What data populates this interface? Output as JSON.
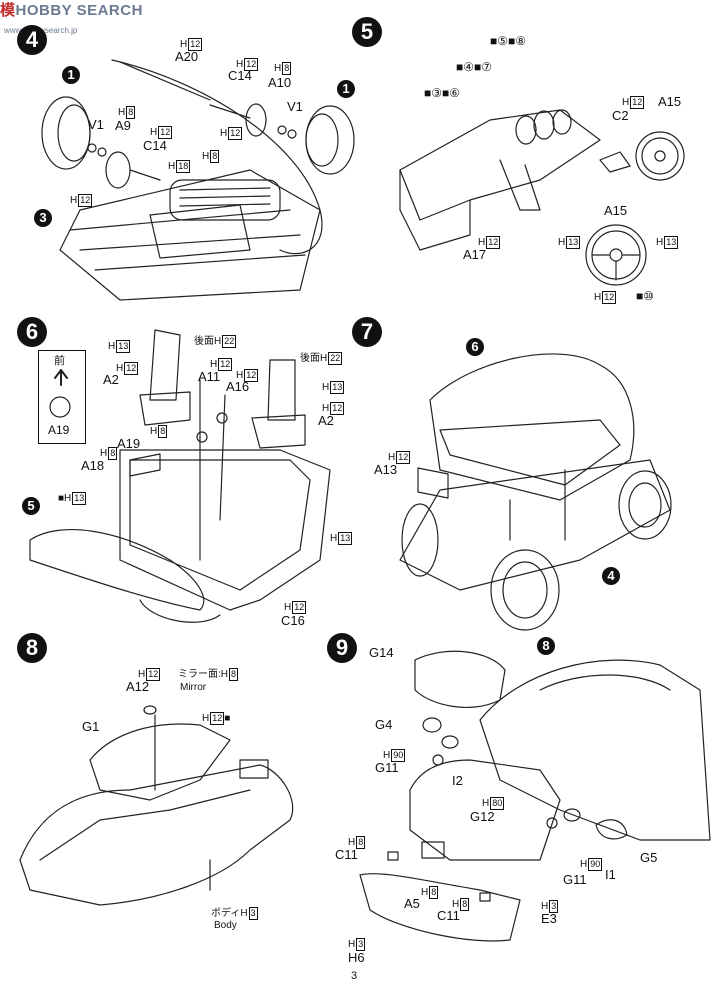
{
  "watermark": {
    "logo": "模",
    "text": "HOBBY SEARCH",
    "sub": "www.hobbysearch.jp"
  },
  "page_number": "3",
  "steps": [
    "4",
    "5",
    "6",
    "7",
    "8",
    "9"
  ],
  "callouts": {
    "s4_wheel_left": "1",
    "s4_wheel_right": "1",
    "s4_chassis": "3",
    "s6_ref": "5",
    "s7_interior": "6",
    "s7_chassis": "4",
    "s9_ref": "8"
  },
  "labels": {
    "A20": "A20",
    "C14a": "C14",
    "A10": "A10",
    "V1a": "V1",
    "V1b": "V1",
    "A9": "A9",
    "C14b": "C14",
    "A15a": "A15",
    "C2": "C2",
    "A17": "A17",
    "A15b": "A15",
    "A2a": "A2",
    "A11": "A11",
    "A16": "A16",
    "A2b": "A2",
    "A19": "A19",
    "A18": "A18",
    "A19b": "A19",
    "C16": "C16",
    "A13": "A13",
    "A12": "A12",
    "G1": "G1",
    "mirror": "ミラー面:",
    "mirror_en": "Mirror",
    "body_jp": "ボディ",
    "body_en": "Body",
    "G14": "G14",
    "G4": "G4",
    "G11a": "G11",
    "I2": "I2",
    "G12": "G12",
    "C11a": "C11",
    "A5": "A5",
    "C11b": "C11",
    "E3": "E3",
    "H6": "H6",
    "G11b": "G11",
    "I1": "I1",
    "G5": "G5",
    "rear_a": "後面",
    "rear_b": "後面",
    "front": "前"
  },
  "paint": {
    "H12": "H",
    "H8": "H",
    "H18": "H",
    "H13": "H",
    "H22": "H",
    "H90": "H",
    "H3": "H",
    "n12": "12",
    "n8": "8",
    "n18": "18",
    "n13": "13",
    "n22": "22",
    "n90": "90",
    "n3": "3"
  },
  "decals": {
    "d3": "③",
    "d4": "④",
    "d5": "⑤",
    "d6": "⑥",
    "d7": "⑦",
    "d8": "⑧",
    "d10": "⑩"
  }
}
